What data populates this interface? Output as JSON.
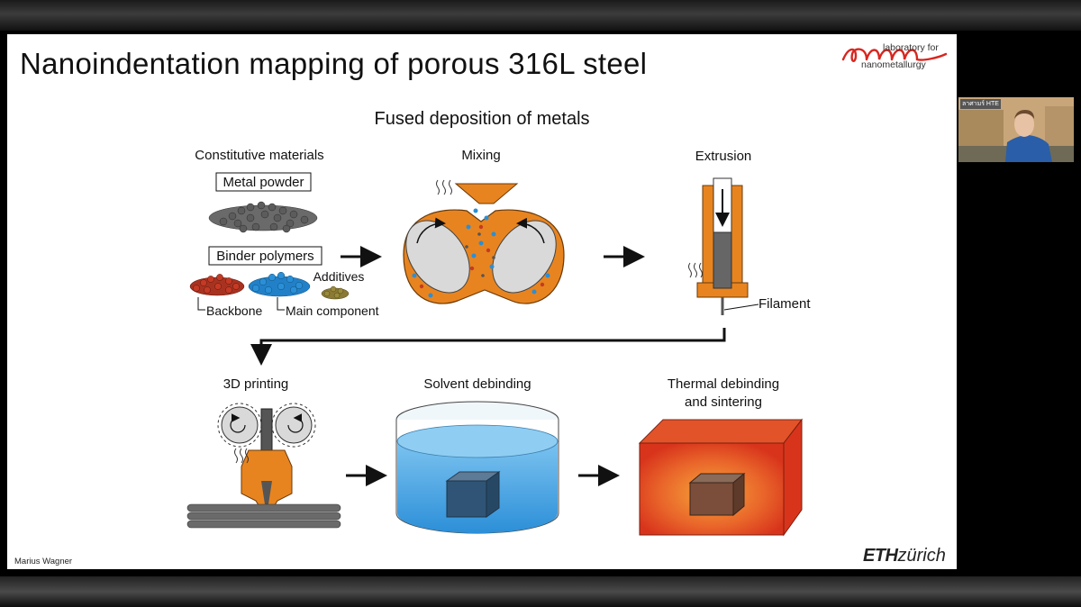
{
  "slide": {
    "title": "Nanoindentation mapping of porous 316L steel",
    "logo_line1": "laboratory for",
    "logo_line2": "nanometallurgy",
    "author": "Marius Wagner",
    "eth_bold": "ETH",
    "eth_rest": "zürich"
  },
  "diagram": {
    "heading": "Fused deposition of metals",
    "constitutive_materials": "Constitutive materials",
    "metal_powder": "Metal powder",
    "binder_polymers": "Binder polymers",
    "additives": "Additives",
    "backbone": "Backbone",
    "main_component": "Main component",
    "mixing": "Mixing",
    "extrusion": "Extrusion",
    "filament": "Filament",
    "printing": "3D printing",
    "solvent_debinding": "Solvent debinding",
    "thermal_line1": "Thermal debinding",
    "thermal_line2": "and sintering"
  },
  "webcam": {
    "overlay_text": "ลาศามร์ HTE"
  },
  "colors": {
    "orange": "#e8841f",
    "water": "#3a9ce0",
    "hot": "#e24a1e",
    "steel_gray": "#8a8a8a"
  }
}
